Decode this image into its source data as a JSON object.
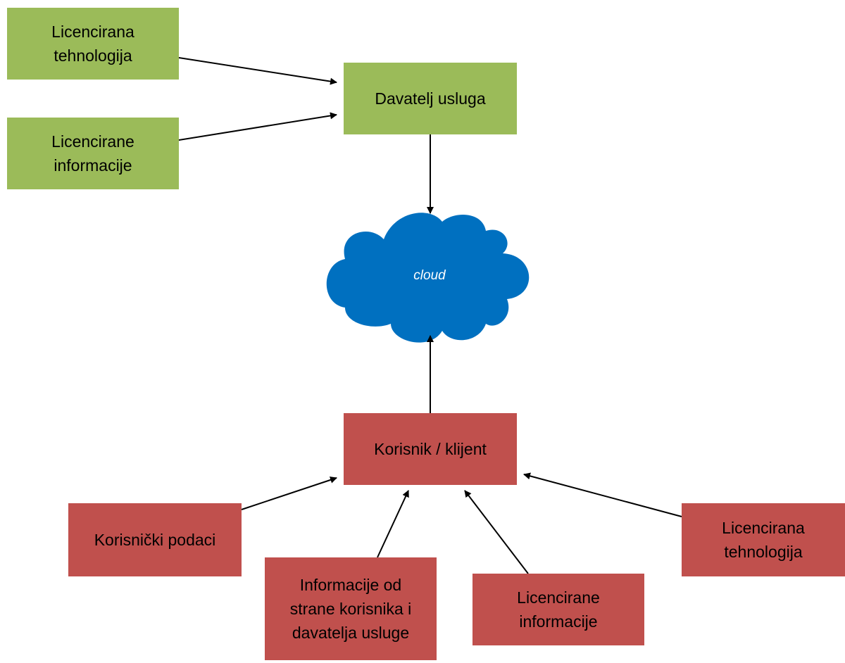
{
  "colors": {
    "provider_side": "#9bbb59",
    "client_side": "#c0504d",
    "cloud": "#0070c0",
    "arrow": "#000000"
  },
  "nodes": {
    "licencirana_tehnologija_top": "Licencirana\ntehnologija",
    "licencirane_informacije_top": "Licencirane\ninformacije",
    "davatelj_usluga": "Davatelj usluga",
    "cloud": "cloud",
    "korisnik_klijent": "Korisnik / klijent",
    "korisnicki_podaci": "Korisnički podaci",
    "informacije_od_strane": "Informacije od\nstrane korisnika i\ndavatelja usluge",
    "licencirane_informacije_bottom": "Licencirane\ninformacije",
    "licencirana_tehnologija_bottom": "Licencirana\ntehnologija"
  },
  "edges": [
    {
      "from": "licencirana_tehnologija_top",
      "to": "davatelj_usluga"
    },
    {
      "from": "licencirane_informacije_top",
      "to": "davatelj_usluga"
    },
    {
      "from": "davatelj_usluga",
      "to": "cloud"
    },
    {
      "from": "korisnik_klijent",
      "to": "cloud"
    },
    {
      "from": "korisnicki_podaci",
      "to": "korisnik_klijent"
    },
    {
      "from": "informacije_od_strane",
      "to": "korisnik_klijent"
    },
    {
      "from": "licencirane_informacije_bottom",
      "to": "korisnik_klijent"
    },
    {
      "from": "licencirana_tehnologija_bottom",
      "to": "korisnik_klijent"
    }
  ]
}
